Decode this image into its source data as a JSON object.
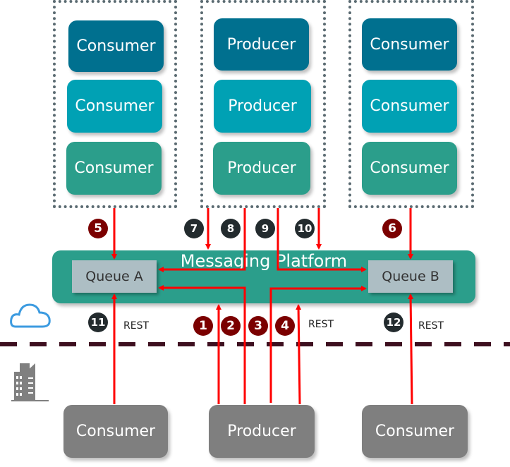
{
  "top_groups": [
    {
      "name": "consumer-group-left",
      "boxes": [
        "Consumer",
        "Consumer",
        "Consumer"
      ]
    },
    {
      "name": "producer-group",
      "boxes": [
        "Producer",
        "Producer",
        "Producer"
      ]
    },
    {
      "name": "consumer-group-right",
      "boxes": [
        "Consumer",
        "Consumer",
        "Consumer"
      ]
    }
  ],
  "platform": {
    "label": "Messaging Platform",
    "queues": [
      "Queue A",
      "Queue B"
    ]
  },
  "bottom": {
    "left": "Consumer",
    "middle": "Producer",
    "right": "Consumer"
  },
  "badges": {
    "b1": "1",
    "b2": "2",
    "b3": "3",
    "b4": "4",
    "b5": "5",
    "b6": "6",
    "b7": "7",
    "b8": "8",
    "b9": "9",
    "b10": "10",
    "b11": "11",
    "b12": "12"
  },
  "rest_labels": {
    "left": "REST",
    "middle": "REST",
    "right": "REST"
  },
  "icons": {
    "cloud": "cloud-icon",
    "building": "building-icon"
  },
  "colors": {
    "arrow": "#ff0000",
    "badge_red": "#7b0000",
    "badge_dark": "#232b2e",
    "platform": "#2b9e8b",
    "boundary": "#3d0f1f"
  }
}
